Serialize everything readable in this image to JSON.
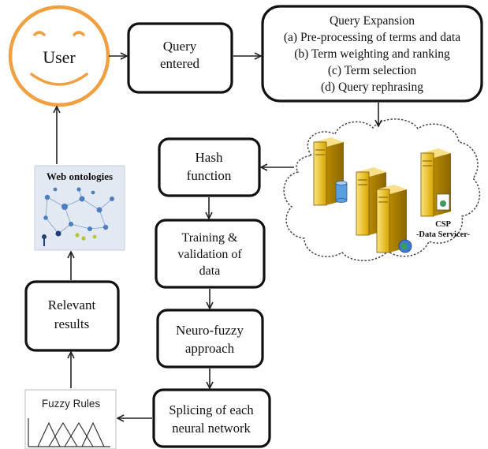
{
  "user": {
    "label": "User"
  },
  "query_entered": {
    "line1": "Query",
    "line2": "entered"
  },
  "query_expansion": {
    "title": "Query Expansion",
    "steps": [
      "(a) Pre-processing of terms and data",
      "(b) Term weighting and ranking",
      "(c) Term selection",
      "(d) Query rephrasing"
    ]
  },
  "hash_function": {
    "line1": "Hash",
    "line2": "function"
  },
  "training": {
    "line1": "Training  &",
    "line2": "validation  of",
    "line3": "data"
  },
  "neuro_fuzzy": {
    "line1": "Neuro-fuzzy",
    "line2": "approach"
  },
  "splicing": {
    "line1": "Splicing of each",
    "line2": "neural network"
  },
  "fuzzy_rules": {
    "label": "Fuzzy Rules"
  },
  "relevant_results": {
    "line1": "Relevant",
    "line2": "results"
  },
  "web_ontologies": {
    "label": "Web ontologies"
  },
  "csp": {
    "line1": "CSP",
    "line2": "-Data Servicer-"
  },
  "colors": {
    "user_circle": "#f0a040",
    "box_stroke": "#111111",
    "server_body": "#e9b300",
    "ontology_bg": "#e3e9f2"
  }
}
